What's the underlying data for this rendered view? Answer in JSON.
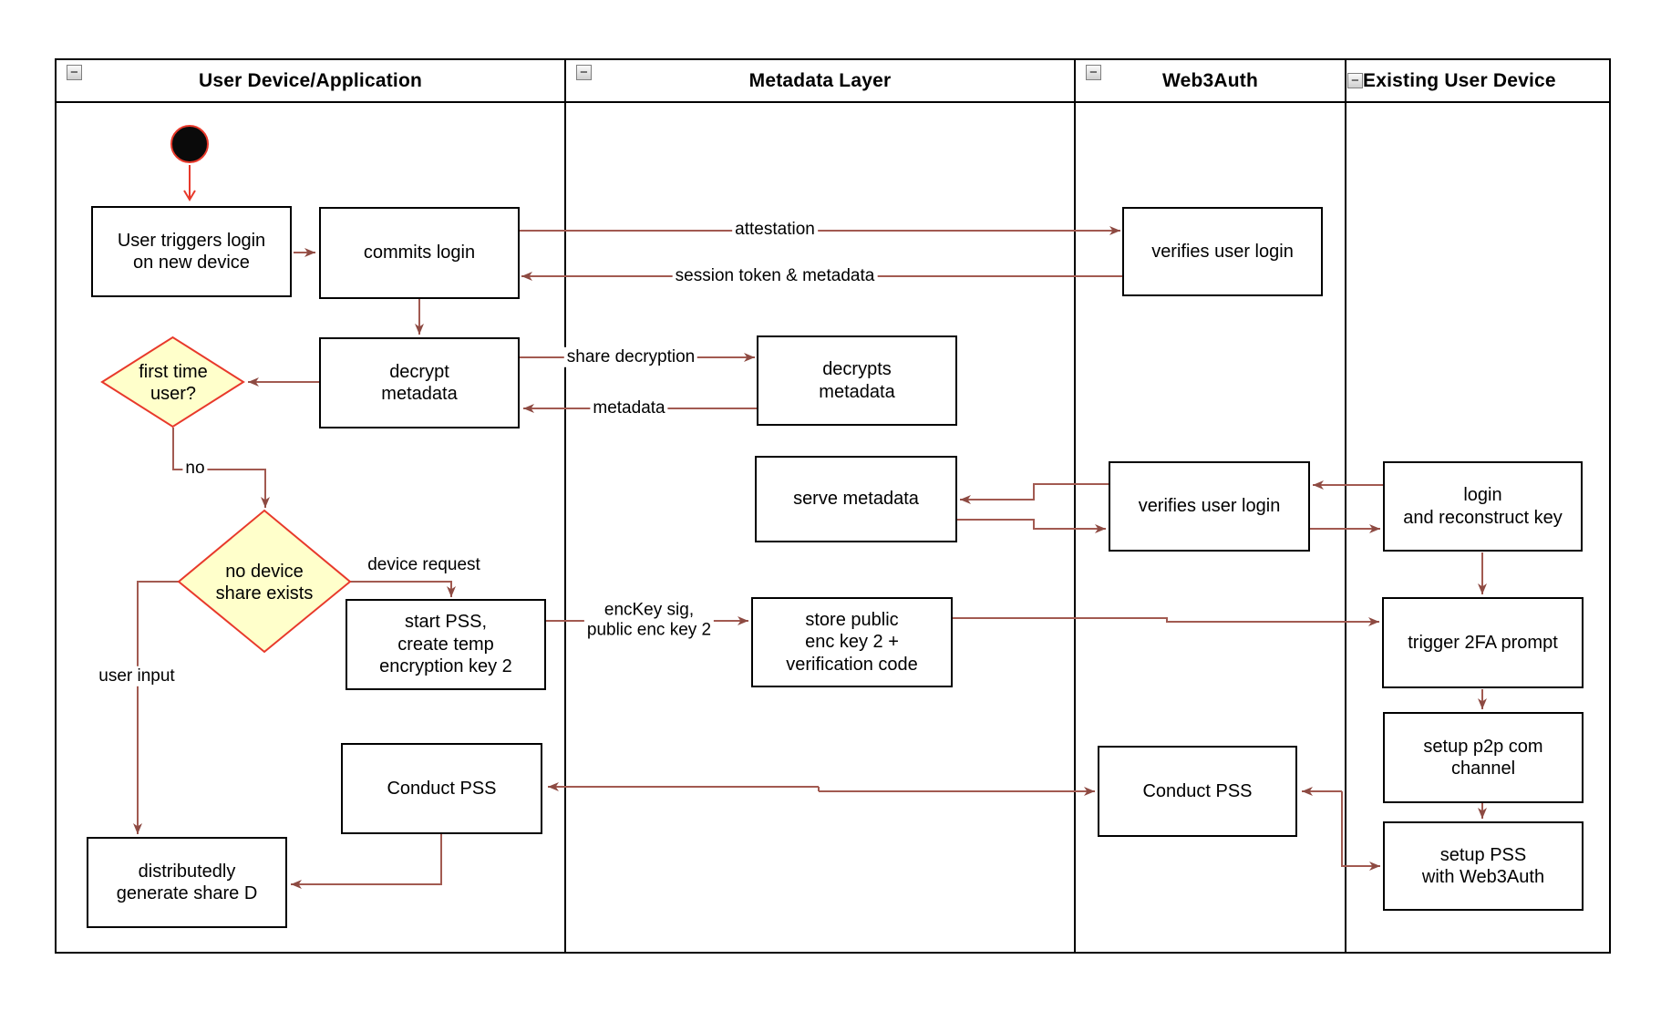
{
  "diagram_title": "Web3Auth new-device login swimlane flow",
  "lanes": [
    {
      "label": "User Device/Application",
      "collapse_icon": "−"
    },
    {
      "label": "Metadata Layer",
      "collapse_icon": "−"
    },
    {
      "label": "Web3Auth",
      "collapse_icon": "−"
    },
    {
      "label": "Existing User Device",
      "collapse_icon": "−"
    }
  ],
  "nodes": {
    "user_triggers": "User triggers login\non new device",
    "commits_login": "commits login",
    "verifies_user_login_1": "verifies user login",
    "decrypt_metadata": "decrypt\nmetadata",
    "decrypts_metadata": "decrypts\nmetadata",
    "first_time_user": "first time\nuser?",
    "serve_metadata": "serve metadata",
    "verifies_user_login_2": "verifies user login",
    "login_reconstruct": "login\nand reconstruct key",
    "no_device_share": "no device\nshare exists",
    "start_pss": "start PSS,\ncreate temp\nencryption key 2",
    "store_public": "store public\nenc key 2 +\nverification code",
    "trigger_2fa": "trigger 2FA prompt",
    "conduct_pss_user": "Conduct PSS",
    "conduct_pss_web3auth": "Conduct PSS",
    "setup_p2p": "setup p2p com\nchannel",
    "setup_pss": "setup PSS\nwith Web3Auth",
    "distributed_share": "distributedly\ngenerate share D"
  },
  "edges": [
    {
      "name": "start-to-user-triggers",
      "from": "start",
      "to": "user_triggers",
      "label": ""
    },
    {
      "name": "user-triggers-to-commits-login",
      "from": "user_triggers",
      "to": "commits_login",
      "label": ""
    },
    {
      "name": "commits-login-to-verifies-1",
      "from": "commits_login",
      "to": "verifies_user_login_1",
      "label": "attestation"
    },
    {
      "name": "verifies-1-to-commits-login",
      "from": "verifies_user_login_1",
      "to": "commits_login",
      "label": "session token & metadata"
    },
    {
      "name": "commits-login-to-decrypt-metadata",
      "from": "commits_login",
      "to": "decrypt_metadata",
      "label": ""
    },
    {
      "name": "decrypt-metadata-to-first-time-user",
      "from": "decrypt_metadata",
      "to": "first_time_user",
      "label": ""
    },
    {
      "name": "decrypt-metadata-to-decrypts-metadata",
      "from": "decrypt_metadata",
      "to": "decrypts_metadata",
      "label": "share decryption"
    },
    {
      "name": "decrypts-metadata-to-decrypt-metadata",
      "from": "decrypts_metadata",
      "to": "decrypt_metadata",
      "label": "metadata"
    },
    {
      "name": "first-time-user-to-no-device-share",
      "from": "first_time_user",
      "to": "no_device_share",
      "label": "no"
    },
    {
      "name": "no-device-share-to-start-pss",
      "from": "no_device_share",
      "to": "start_pss",
      "label": "device request"
    },
    {
      "name": "no-device-share-to-distributed-share",
      "from": "no_device_share",
      "to": "distributed_share",
      "label": "user input"
    },
    {
      "name": "start-pss-to-store-public",
      "from": "start_pss",
      "to": "store_public",
      "label": "encKey sig,\npublic enc key 2"
    },
    {
      "name": "store-public-to-trigger-2fa",
      "from": "store_public",
      "to": "trigger_2fa",
      "label": ""
    },
    {
      "name": "login-reconstruct-to-verifies-2",
      "from": "login_reconstruct",
      "to": "verifies_user_login_2",
      "label": ""
    },
    {
      "name": "verifies-2-to-login-reconstruct",
      "from": "verifies_user_login_2",
      "to": "login_reconstruct",
      "label": ""
    },
    {
      "name": "verifies-2-to-serve-metadata",
      "from": "verifies_user_login_2",
      "to": "serve_metadata",
      "label": ""
    },
    {
      "name": "serve-metadata-to-verifies-2",
      "from": "serve_metadata",
      "to": "verifies_user_login_2",
      "label": ""
    },
    {
      "name": "login-reconstruct-to-trigger-2fa",
      "from": "login_reconstruct",
      "to": "trigger_2fa",
      "label": ""
    },
    {
      "name": "trigger-2fa-to-setup-p2p",
      "from": "trigger_2fa",
      "to": "setup_p2p",
      "label": ""
    },
    {
      "name": "setup-p2p-to-setup-pss",
      "from": "setup_p2p",
      "to": "setup_pss",
      "label": ""
    },
    {
      "name": "conduct-pss-user-and-web3auth",
      "from": "conduct_pss_user",
      "to": "conduct_pss_web3auth",
      "label": ""
    },
    {
      "name": "conduct-pss-web3auth-and-setup-pss",
      "from": "conduct_pss_web3auth",
      "to": "setup_pss",
      "label": ""
    },
    {
      "name": "conduct-pss-user-to-distributed-share",
      "from": "conduct_pss_user",
      "to": "distributed_share",
      "label": ""
    }
  ],
  "colors": {
    "flow_line": "#A25A51",
    "flow_arrowhead": "#8D4A42",
    "accent_red": "#E8392B",
    "diamond_fill": "#FFFFCB",
    "diamond_border": "#E8392B",
    "node_border": "#000000",
    "node_fill": "#FFFFFF",
    "lane_border": "#000000"
  }
}
